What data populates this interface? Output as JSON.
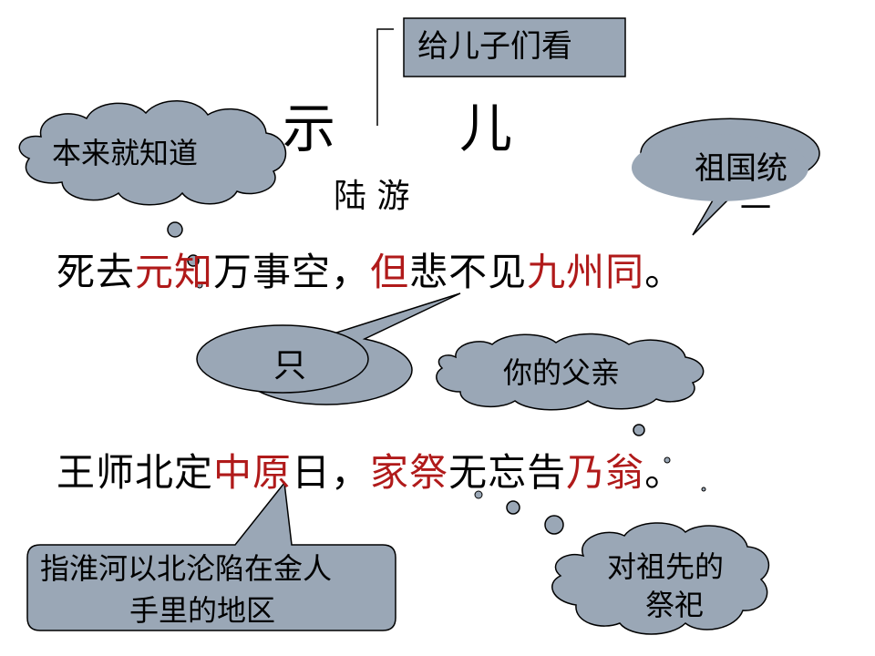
{
  "poem": {
    "title_char1": "示",
    "title_char2": "儿",
    "author": "陆 游",
    "line1": [
      {
        "t": "死去",
        "red": false
      },
      {
        "t": "元知",
        "red": true
      },
      {
        "t": "万事空，",
        "red": false
      },
      {
        "t": "但",
        "red": true
      },
      {
        "t": "悲不见",
        "red": false
      },
      {
        "t": "九州同",
        "red": true
      },
      {
        "t": "。",
        "red": false
      }
    ],
    "line2": [
      {
        "t": "王师北定",
        "red": false
      },
      {
        "t": "中原",
        "red": true
      },
      {
        "t": "日，",
        "red": false
      },
      {
        "t": "家祭",
        "red": true
      },
      {
        "t": "无忘告",
        "red": false
      },
      {
        "t": "乃翁",
        "red": true
      },
      {
        "t": "。",
        "red": false
      }
    ]
  },
  "annotations": {
    "title_note": "给儿子们看",
    "yuanzhi": "本来就知道",
    "jiuzhou_a": "祖国统",
    "jiuzhou_b": "一",
    "dan": "只",
    "naiweng": "你的父亲",
    "zhongyuan_a": "指淮河以北沦陷在金人",
    "zhongyuan_b": "手里的地区",
    "jiaji_a": "对祖先的",
    "jiaji_b": "祭祀"
  },
  "colors": {
    "bubble_fill": "#9aa7b6",
    "red_text": "#b01a1a",
    "outline": "#000000"
  }
}
